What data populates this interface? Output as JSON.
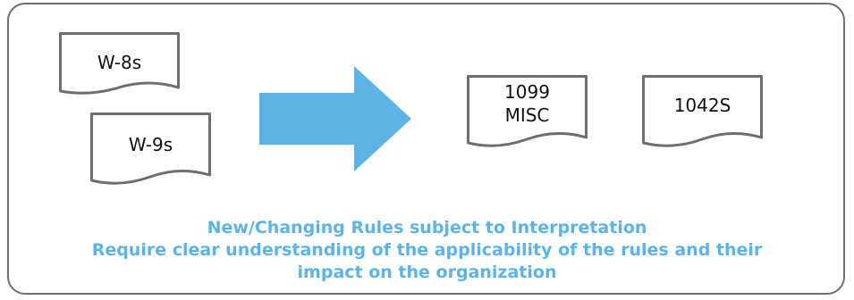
{
  "documents": {
    "w8": {
      "label": "W-8s"
    },
    "w9": {
      "label": "W-9s"
    },
    "f1099": {
      "label_line1": "1099",
      "label_line2": "MISC"
    },
    "f1042": {
      "label": "1042S"
    }
  },
  "arrow": {
    "icon": "right-arrow-icon",
    "color": "#5eb3e6"
  },
  "caption": {
    "line1": "New/Changing Rules subject to Interpretation",
    "line2": "Require clear understanding of the applicability of the rules and their",
    "line3": "impact on the organization"
  },
  "colors": {
    "caption": "#5eb3e6",
    "border": "#6e6e6e",
    "document_outline": "#6e6e6e"
  }
}
